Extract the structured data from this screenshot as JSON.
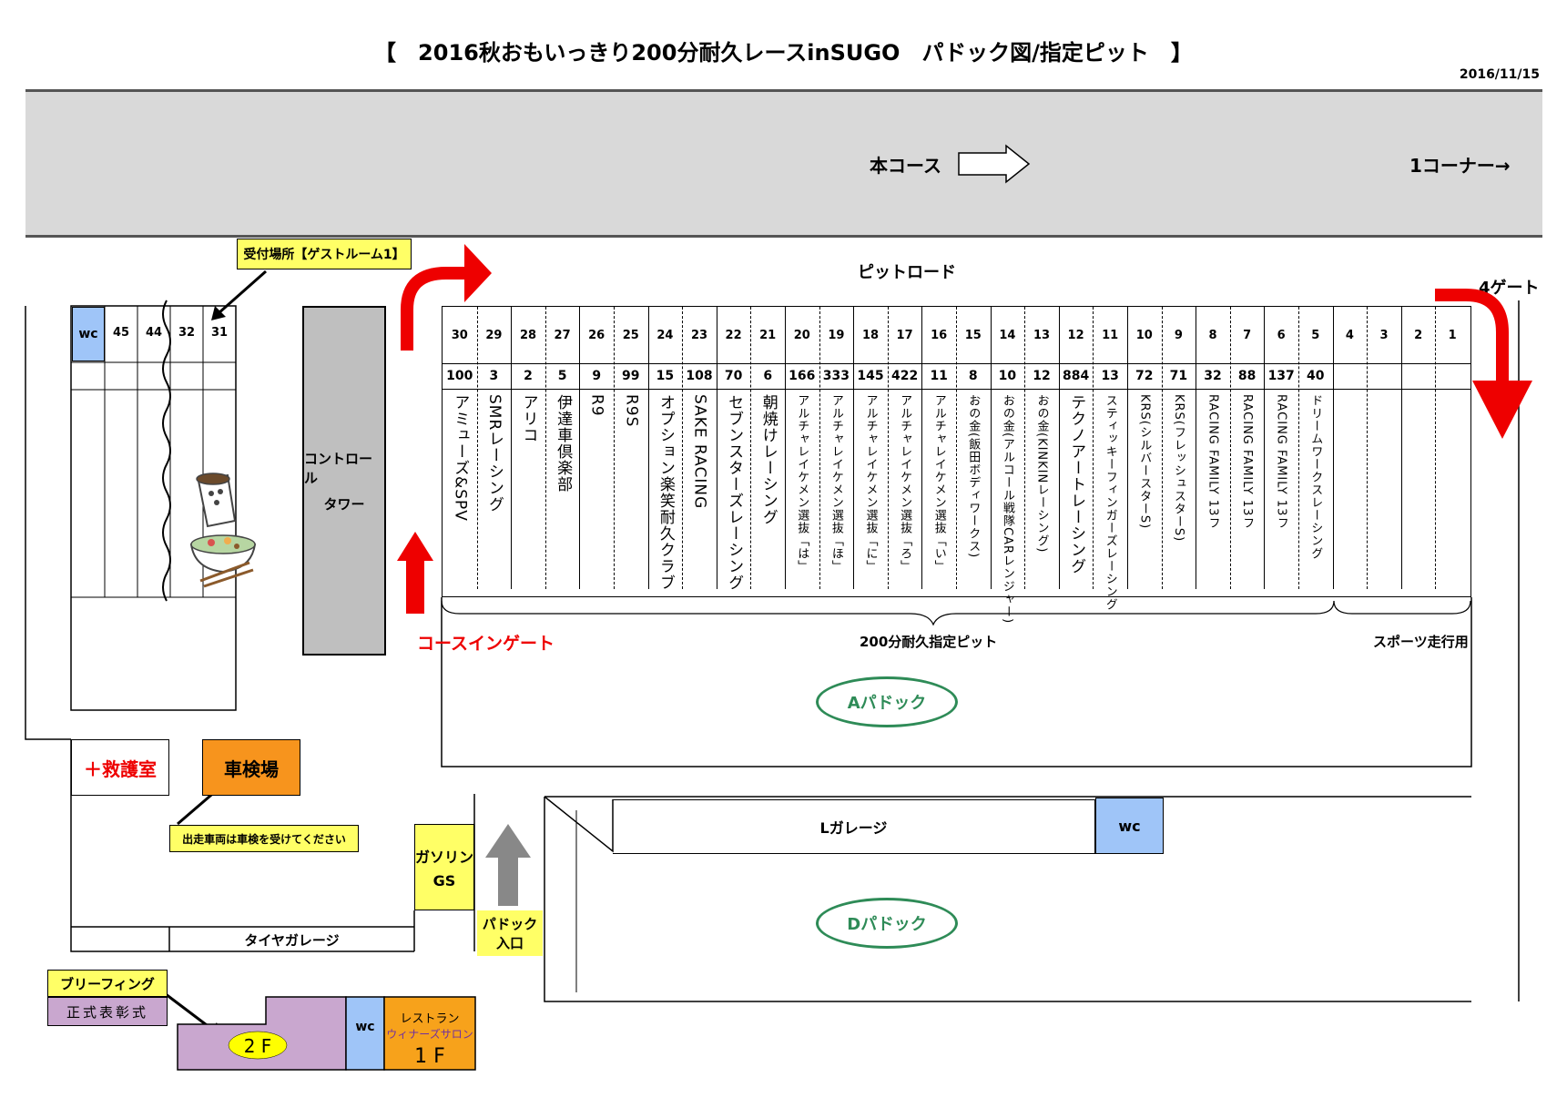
{
  "title": "【　2016秋おもいっきり200分耐久レースinSUGO　パドック図/指定ピット　】",
  "date": "2016/11/15",
  "course": {
    "main": "本コース",
    "corner": "1コーナー→"
  },
  "pit_road": "ピットロード",
  "gate4": "4ゲート",
  "reception": "受付場所【ゲストルーム1】",
  "control_tower": {
    "line1": "コントロール",
    "line2": "タワー"
  },
  "course_in_gate": "コースインゲート",
  "endurance_pit": "200分耐久指定ピット",
  "sports_run": "スポーツ走行用",
  "a_paddock": "Aパドック",
  "d_paddock": "Dパドック",
  "l_garage": "Lガレージ",
  "wc": "wc",
  "first_aid": "＋救護室",
  "inspection": "車検場",
  "inspection_note": "出走車両は車検を受けてください",
  "gasoline": {
    "line1": "ガソリン",
    "line2": "GS"
  },
  "tire_garage": "タイヤガレージ",
  "paddock_entrance": {
    "line1": "パドック",
    "line2": "入口"
  },
  "briefing": "ブリーフィング",
  "ceremony": "正式表彰式",
  "floor2": "2 F",
  "floor1": "1 F",
  "restaurant": {
    "line1": "レストラン",
    "line2": "ウィナーズサロン"
  },
  "left_pits": [
    "45",
    "44",
    "32",
    "31"
  ],
  "pits": [
    {
      "pit": "30",
      "car": "100",
      "team": "アミューズ&SPV"
    },
    {
      "pit": "29",
      "car": "3",
      "team": "SMRレーシング"
    },
    {
      "pit": "28",
      "car": "2",
      "team": "アリコ"
    },
    {
      "pit": "27",
      "car": "5",
      "team": "伊達車倶楽部"
    },
    {
      "pit": "26",
      "car": "9",
      "team": "R9"
    },
    {
      "pit": "25",
      "car": "99",
      "team": "R9S"
    },
    {
      "pit": "24",
      "car": "15",
      "team": "オプション楽笑耐久クラブ"
    },
    {
      "pit": "23",
      "car": "108",
      "team": "SAKE RACING"
    },
    {
      "pit": "22",
      "car": "70",
      "team": "セブンスターズレーシング"
    },
    {
      "pit": "21",
      "car": "6",
      "team": "朝焼けレーシング"
    },
    {
      "pit": "20",
      "car": "166",
      "team": "アルチャレイケメン選抜「は」"
    },
    {
      "pit": "19",
      "car": "333",
      "team": "アルチャレイケメン選抜「ほ」"
    },
    {
      "pit": "18",
      "car": "145",
      "team": "アルチャレイケメン選抜「に」"
    },
    {
      "pit": "17",
      "car": "422",
      "team": "アルチャレイケメン選抜「ろ」"
    },
    {
      "pit": "16",
      "car": "11",
      "team": "アルチャレイケメン選抜「い」"
    },
    {
      "pit": "15",
      "car": "8",
      "team": "おの金(飯田ボディワークス)"
    },
    {
      "pit": "14",
      "car": "10",
      "team": "おの金(アルコール戦隊CARレンジャー)"
    },
    {
      "pit": "13",
      "car": "12",
      "team": "おの金(KINKINレーシング)"
    },
    {
      "pit": "12",
      "car": "884",
      "team": "テクノアートレーシング"
    },
    {
      "pit": "11",
      "car": "13",
      "team": "スティッキーフィンガーズレーシング"
    },
    {
      "pit": "10",
      "car": "72",
      "team": "KRS(シルバースターS)"
    },
    {
      "pit": "9",
      "car": "71",
      "team": "KRS(フレッシュスターS)"
    },
    {
      "pit": "8",
      "car": "32",
      "team": "RACING FAMILY 13フ"
    },
    {
      "pit": "7",
      "car": "88",
      "team": "RACING FAMILY 13フ"
    },
    {
      "pit": "6",
      "car": "137",
      "team": "RACING FAMILY 13フ"
    },
    {
      "pit": "5",
      "car": "40",
      "team": "ドリームワークスレーシング"
    },
    {
      "pit": "4",
      "car": "",
      "team": ""
    },
    {
      "pit": "3",
      "car": "",
      "team": ""
    },
    {
      "pit": "2",
      "car": "",
      "team": ""
    },
    {
      "pit": "1",
      "car": "",
      "team": ""
    }
  ]
}
